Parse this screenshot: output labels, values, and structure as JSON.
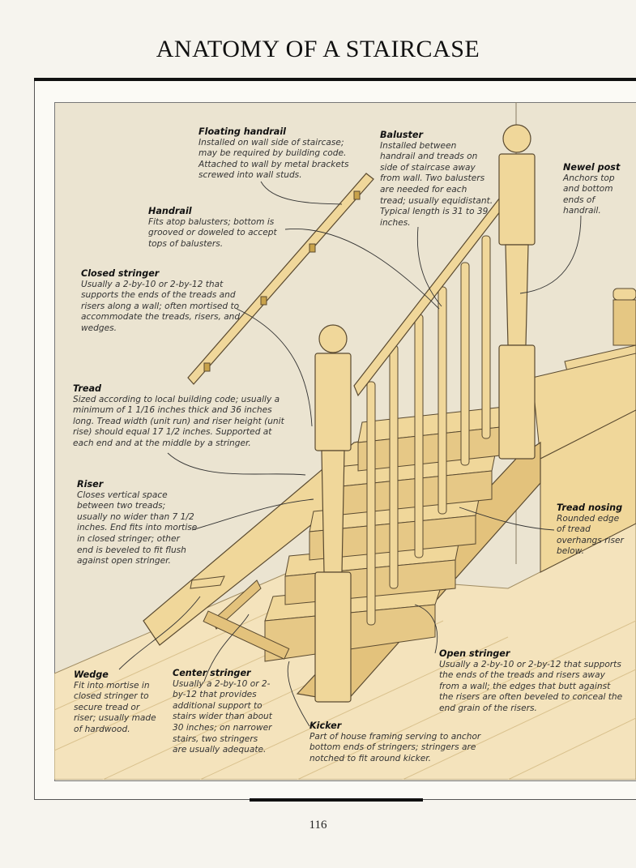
{
  "title": "ANATOMY OF A STAIRCASE",
  "page_number": "116",
  "labels": {
    "floating_handrail": {
      "name": "Floating handrail",
      "text": "Installed on wall side of staircase; may be required by building code. Attached to wall by metal brackets screwed into wall studs."
    },
    "baluster": {
      "name": "Baluster",
      "text": "Installed between handrail and treads on side of staircase away from wall. Two balusters are needed for each tread; usually equidistant. Typical length is 31 to 39 inches."
    },
    "newel_post": {
      "name": "Newel post",
      "text": "Anchors top and bottom ends of handrail."
    },
    "handrail": {
      "name": "Handrail",
      "text": "Fits atop balusters; bottom is grooved or doweled to accept tops of balusters."
    },
    "closed_stringer": {
      "name": "Closed stringer",
      "text": "Usually a 2-by-10 or 2-by-12 that supports the ends of the treads and risers along a wall; often mortised to accommodate the treads, risers, and wedges."
    },
    "tread": {
      "name": "Tread",
      "text": "Sized according to local building code; usually a minimum of 1 1/16 inches thick and 36 inches long. Tread width (unit run) and riser height (unit rise) should equal 17 1/2 inches. Supported at each end and at the middle by a stringer."
    },
    "riser": {
      "name": "Riser",
      "text": "Closes vertical space between two treads; usually no wider than 7 1/2 inches. End fits into mortise in closed stringer; other end is beveled to fit flush against open stringer."
    },
    "tread_nosing": {
      "name": "Tread nosing",
      "text": "Rounded edge of tread overhangs riser below."
    },
    "open_stringer": {
      "name": "Open stringer",
      "text": "Usually a 2-by-10 or 2-by-12 that supports the ends of the treads and risers away from a wall; the edges that butt against the risers are often beveled to conceal the end grain of the risers."
    },
    "wedge": {
      "name": "Wedge",
      "text": "Fit into mortise in closed stringer to secure tread or riser; usually made of hardwood."
    },
    "center_stringer": {
      "name": "Center stringer",
      "text": "Usually a 2-by-10 or 2-by-12 that provides additional support to stairs wider than about 30 inches; on narrower stairs, two stringers are usually adequate."
    },
    "kicker": {
      "name": "Kicker",
      "text": "Part of house framing serving to anchor bottom ends of stringers; stringers are notched to fit around kicker."
    }
  },
  "colors": {
    "wood": "#f0d79a",
    "wood_dark": "#d9b66c",
    "wall": "#ebe4d1",
    "floor": "#f4e3bc",
    "outline": "#5a4a30"
  }
}
